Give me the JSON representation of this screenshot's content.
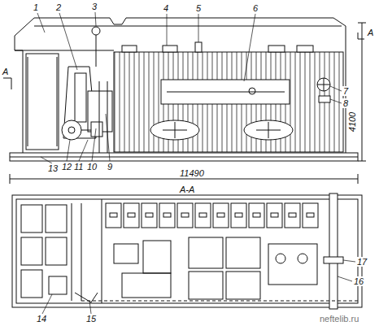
{
  "diagram": {
    "labels": [
      "1",
      "2",
      "3",
      "4",
      "5",
      "6",
      "7",
      "8",
      "9",
      "10",
      "11",
      "12",
      "13",
      "А",
      "А",
      "4100",
      "11490",
      "А-А",
      "17",
      "16",
      "14",
      "15",
      "neftelib.ru"
    ]
  }
}
